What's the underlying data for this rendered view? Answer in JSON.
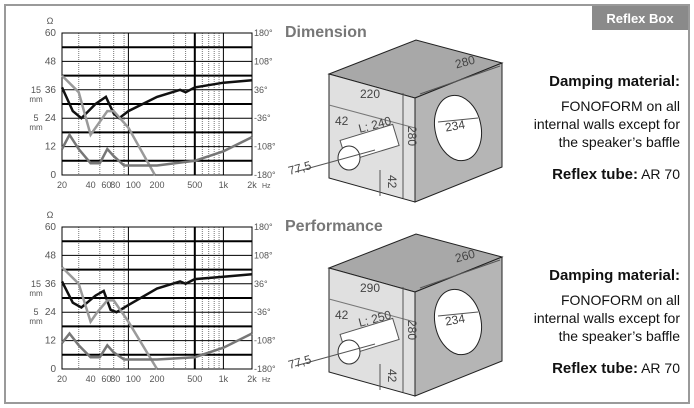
{
  "tab": "Reflex Box",
  "axes": {
    "ohm": "Ω",
    "hz": "Hz",
    "mm_labels": [
      {
        "v": "15",
        "u": "mm"
      },
      {
        "v": "5",
        "u": "mm"
      }
    ],
    "yleft": [
      "60",
      "48",
      "36",
      "24",
      "12",
      "0"
    ],
    "yright": [
      "180°",
      "108°",
      "36°",
      "-36°",
      "-108°",
      "-180°"
    ],
    "xticks": [
      {
        "f": 20,
        "l": "20"
      },
      {
        "f": 40,
        "l": "40"
      },
      {
        "f": 60,
        "l": "60"
      },
      {
        "f": 80,
        "l": "80"
      },
      {
        "f": 100,
        "l": "100"
      },
      {
        "f": 200,
        "l": "200"
      },
      {
        "f": 500,
        "l": "500"
      },
      {
        "f": 1000,
        "l": "1k"
      },
      {
        "f": 2000,
        "l": "2k"
      }
    ]
  },
  "sections": [
    {
      "title": "Dimension",
      "width": "220",
      "depth": "280",
      "height": "280",
      "tube_offset": "42",
      "tube_length": "L: 240",
      "tube_diameter": "77,5",
      "tube_bottom": "42",
      "hole": "234",
      "damping_label": "Damping material:",
      "damping_text": [
        "FONOFORM on all",
        "internal walls except for",
        "the speaker’s baffle"
      ],
      "tube_label": "Reflex tube:",
      "tube_value": "AR 70",
      "chart_data": {
        "type": "line",
        "xlim": [
          20,
          2000
        ],
        "ylim": [
          0,
          60
        ],
        "series": [
          {
            "name": "black",
            "color": "#111111",
            "points": [
              [
                20,
                37
              ],
              [
                26,
                27
              ],
              [
                32,
                24
              ],
              [
                45,
                30
              ],
              [
                58,
                33
              ],
              [
                70,
                26
              ],
              [
                80,
                24
              ],
              [
                100,
                27
              ],
              [
                200,
                33
              ],
              [
                350,
                36
              ],
              [
                400,
                35
              ],
              [
                500,
                37
              ],
              [
                1000,
                39
              ],
              [
                2000,
                40
              ]
            ]
          },
          {
            "name": "light",
            "color": "#9a9a9a",
            "points": [
              [
                20,
                42
              ],
              [
                30,
                35
              ],
              [
                40,
                17
              ],
              [
                47,
                21
              ],
              [
                60,
                27
              ],
              [
                70,
                27
              ],
              [
                100,
                20
              ],
              [
                190,
                0
              ]
            ]
          },
          {
            "name": "dark",
            "color": "#777777",
            "points": [
              [
                20,
                11
              ],
              [
                24,
                17
              ],
              [
                30,
                11
              ],
              [
                40,
                5
              ],
              [
                50,
                5
              ],
              [
                60,
                11
              ],
              [
                70,
                8
              ],
              [
                90,
                4
              ],
              [
                200,
                4
              ],
              [
                500,
                6
              ],
              [
                1000,
                10
              ],
              [
                2000,
                16
              ]
            ]
          }
        ]
      }
    },
    {
      "title": "Performance",
      "width": "290",
      "depth": "260",
      "height": "280",
      "tube_offset": "42",
      "tube_length": "L: 250",
      "tube_diameter": "77,5",
      "tube_bottom": "42",
      "hole": "234",
      "damping_label": "Damping material:",
      "damping_text": [
        "FONOFORM on all",
        "internal walls except for",
        "the speaker’s baffle"
      ],
      "tube_label": "Reflex tube:",
      "tube_value": "AR 70",
      "chart_data": {
        "type": "line",
        "xlim": [
          20,
          2000
        ],
        "ylim": [
          0,
          60
        ],
        "series": [
          {
            "name": "black",
            "color": "#111111",
            "points": [
              [
                20,
                37
              ],
              [
                26,
                28
              ],
              [
                32,
                26
              ],
              [
                45,
                31
              ],
              [
                55,
                33
              ],
              [
                65,
                25
              ],
              [
                75,
                24
              ],
              [
                100,
                27
              ],
              [
                200,
                34
              ],
              [
                350,
                37
              ],
              [
                400,
                36
              ],
              [
                500,
                38
              ],
              [
                1000,
                39
              ],
              [
                2000,
                40
              ]
            ]
          },
          {
            "name": "light",
            "color": "#9a9a9a",
            "points": [
              [
                20,
                43
              ],
              [
                30,
                36
              ],
              [
                40,
                20
              ],
              [
                47,
                24
              ],
              [
                60,
                29
              ],
              [
                70,
                29
              ],
              [
                100,
                20
              ],
              [
                200,
                0
              ]
            ]
          },
          {
            "name": "dark",
            "color": "#777777",
            "points": [
              [
                20,
                11
              ],
              [
                24,
                15
              ],
              [
                30,
                10
              ],
              [
                40,
                5
              ],
              [
                50,
                5
              ],
              [
                60,
                10
              ],
              [
                70,
                7
              ],
              [
                90,
                4
              ],
              [
                200,
                4
              ],
              [
                500,
                5
              ],
              [
                1000,
                9
              ],
              [
                2000,
                15
              ]
            ]
          }
        ]
      }
    }
  ]
}
